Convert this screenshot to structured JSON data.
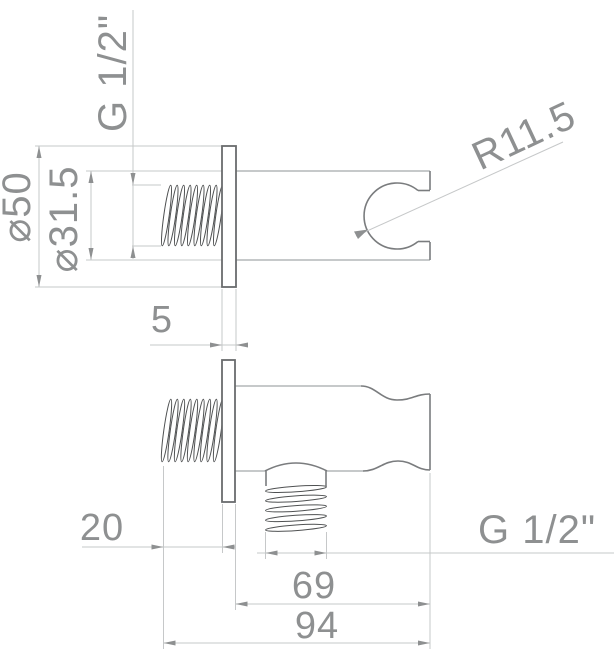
{
  "drawing": {
    "type": "technical-dimension-drawing",
    "background": "#ffffff",
    "colors": {
      "outline_dark": "#6f7173",
      "outline_light": "#b4b7b8",
      "thread": "#4f5152",
      "dimension_lines": "#c6c8c9",
      "text": "#8e9091"
    },
    "labels": {
      "top_thread_size": "G 1/2\"",
      "flange_diameter": "⌀50",
      "body_diameter": "⌀31.5",
      "holder_radius": "R11.5",
      "flange_thickness": "5",
      "thread_length": "20",
      "body_length": "69",
      "overall_length": "94",
      "outlet_thread_size": "G 1/2\""
    }
  }
}
